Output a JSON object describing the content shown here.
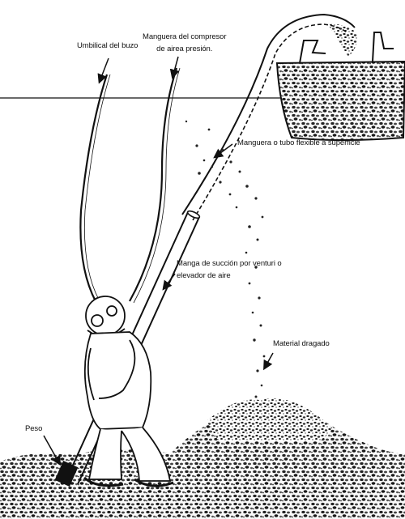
{
  "labels": {
    "umbilical": "Umbilical del buzo",
    "compressor_line1": "Manguera del compresor",
    "compressor_line2": "de airea presión.",
    "hose_surface": "Manguera o tubo flexible a superficie",
    "suction_line1": "Manga de succión por venturi o",
    "suction_line2": "elevador de aire",
    "dredged": "Material dragado",
    "weight": "Peso"
  },
  "colors": {
    "ink": "#111111",
    "paper": "#ffffff",
    "gravel": "#333333"
  }
}
